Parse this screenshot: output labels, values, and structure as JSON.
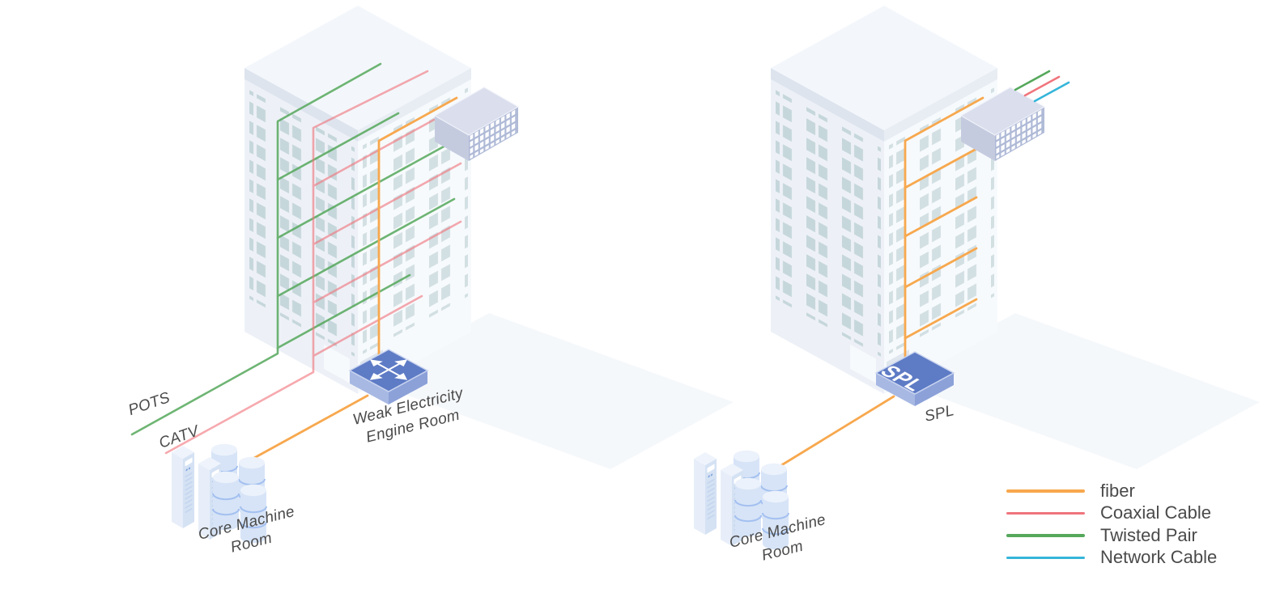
{
  "left_diagram": {
    "cable_labels": {
      "pots": "POTS",
      "catv": "CATV"
    },
    "rooms": {
      "core_machine_room": "Core Machine Room",
      "weak_electricity_engine_room": "Weak Electricity Engine Room"
    },
    "devices": {
      "rooftop_panel_icon": "distribution-frame-icon",
      "ground_device_icon": "network-switch-icon",
      "core_room_icon": "server-cluster-icon"
    }
  },
  "right_diagram": {
    "spl_box_text": "SPL",
    "rooms": {
      "core_machine_room": "Core Machine Room",
      "spl": "SPL"
    },
    "devices": {
      "rooftop_panel_icon": "distribution-frame-icon",
      "ground_device_icon": "spl-splitter-box-icon",
      "core_room_icon": "server-cluster-icon"
    }
  },
  "legend": {
    "items": [
      {
        "label": "fiber",
        "color": "#F7A84E"
      },
      {
        "label": "Coaxial Cable",
        "color": "#F0757D"
      },
      {
        "label": "Twisted Pair",
        "color": "#55A85B"
      },
      {
        "label": "Network Cable",
        "color": "#35B5D9"
      }
    ]
  },
  "colors": {
    "device_blue": "#5E7BC5",
    "building_wall": "#EDF1F7",
    "window": "#C6D7DB",
    "label_text": "#4A4A4A"
  }
}
